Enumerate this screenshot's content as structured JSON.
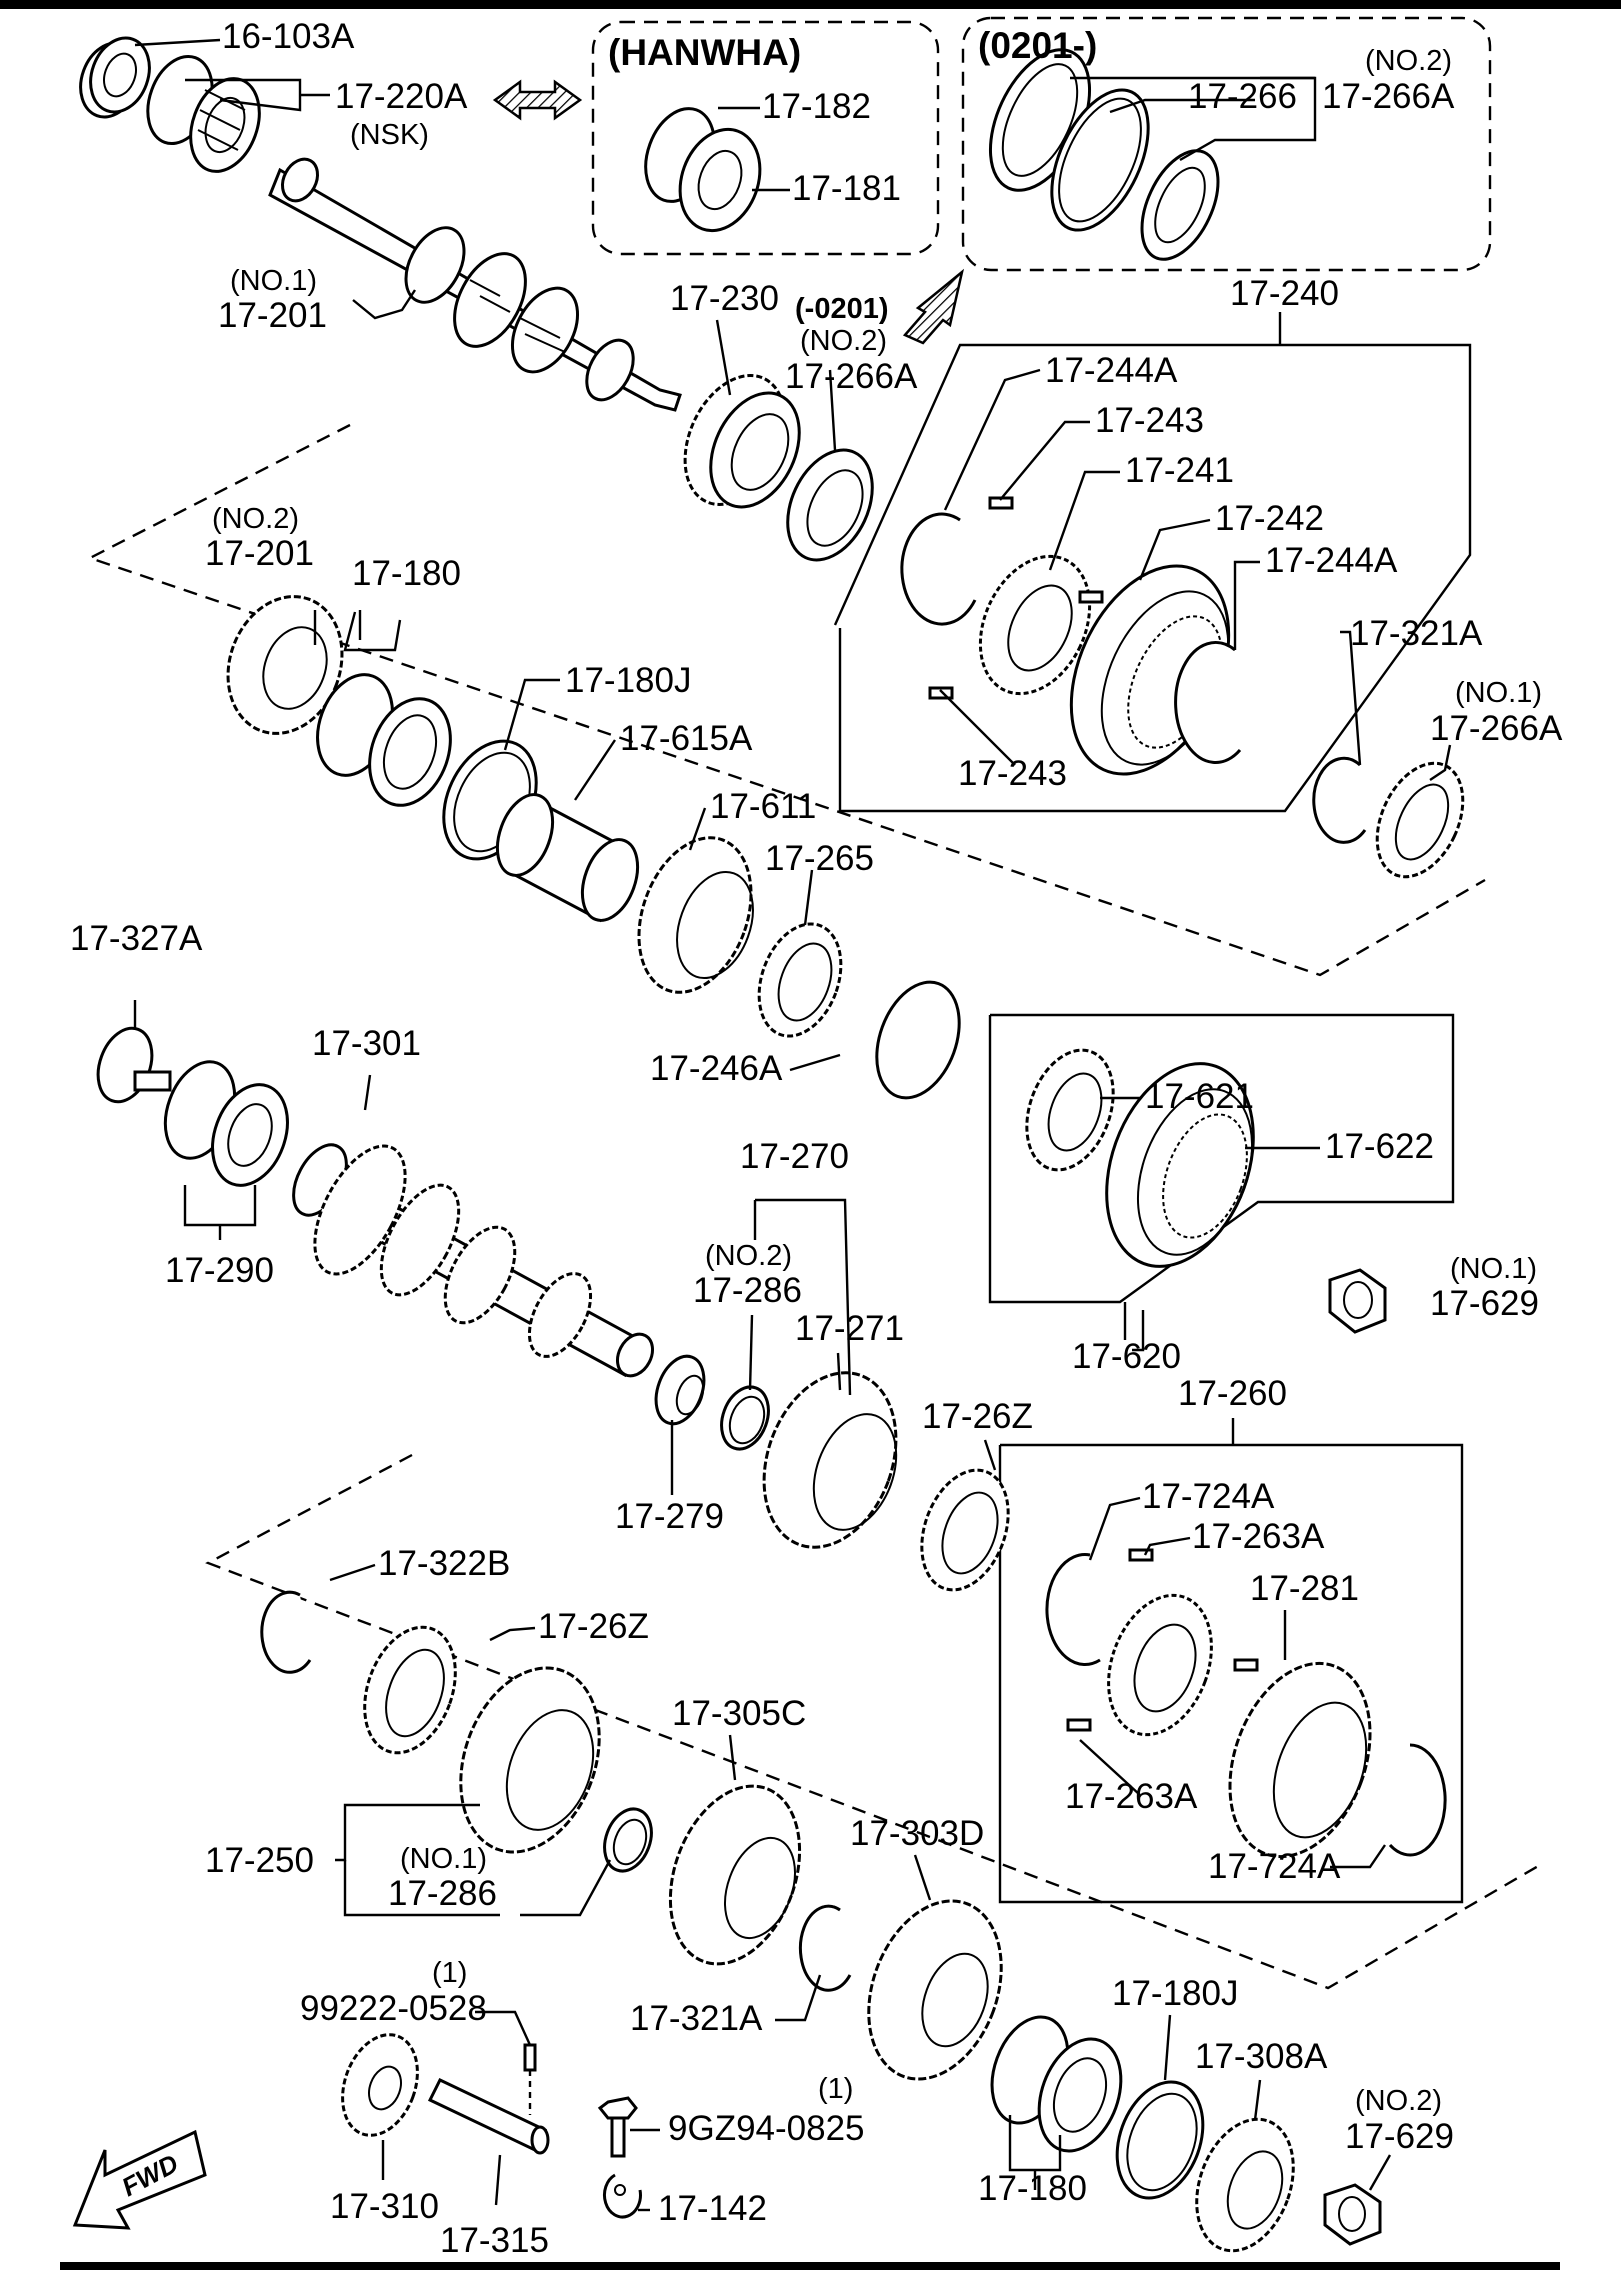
{
  "diagram": {
    "groups": {
      "hanwha": "(HANWHA)",
      "from_0201": "(0201-)",
      "till_0201": "(-0201)"
    },
    "labels": {
      "p16_103A": "16-103A",
      "p17_220A": "17-220A",
      "nsk": "(NSK)",
      "p17_182": "17-182",
      "p17_181": "17-181",
      "p17_266": "17-266",
      "no2_a": "(NO.2)",
      "p17_266A_top": "17-266A",
      "no1_a": "(NO.1)",
      "p17_201_top": "17-201",
      "p17_230": "17-230",
      "no2_b": "(NO.2)",
      "p17_266A_mid": "17-266A",
      "p17_240": "17-240",
      "p17_244A_top": "17-244A",
      "p17_243_top": "17-243",
      "p17_241": "17-241",
      "p17_242": "17-242",
      "p17_244A_right": "17-244A",
      "no2_c": "(NO.2)",
      "p17_201_mid": "17-201",
      "p17_180_top": "17-180",
      "p17_180J_top": "17-180J",
      "p17_615A": "17-615A",
      "p17_611": "17-611",
      "p17_243_bottom": "17-243",
      "p17_321A_top": "17-321A",
      "no1_b": "(NO.1)",
      "p17_266A_right": "17-266A",
      "p17_265": "17-265",
      "p17_327A": "17-327A",
      "p17_301": "17-301",
      "p17_246A": "17-246A",
      "p17_621": "17-621",
      "p17_622": "17-622",
      "p17_290": "17-290",
      "p17_270": "17-270",
      "no2_d": "(NO.2)",
      "p17_286_top": "17-286",
      "p17_271": "17-271",
      "no1_c": "(NO.1)",
      "p17_629_top": "17-629",
      "p17_620": "17-620",
      "p17_26Z_right": "17-26Z",
      "p17_279": "17-279",
      "p17_260": "17-260",
      "p17_724A_top": "17-724A",
      "p17_263A_top": "17-263A",
      "p17_322B": "17-322B",
      "p17_281": "17-281",
      "p17_26Z_left": "17-26Z",
      "p17_305C": "17-305C",
      "p17_263A_bottom": "17-263A",
      "p17_250": "17-250",
      "no1_d": "(NO.1)",
      "p17_286_bottom": "17-286",
      "p17_303D": "17-303D",
      "p17_724A_bottom": "17-724A",
      "p17_321A_bottom": "17-321A",
      "qty_1_a": "(1)",
      "p99222_0528": "99222-0528",
      "p17_180J_bottom": "17-180J",
      "p17_308A": "17-308A",
      "qty_1_b": "(1)",
      "p9GZ94_0825": "9GZ94-0825",
      "no2_e": "(NO.2)",
      "p17_629_bottom": "17-629",
      "p17_310": "17-310",
      "p17_180_bottom": "17-180",
      "p17_142": "17-142",
      "p17_315": "17-315"
    },
    "fwd_label": "FWD",
    "icons": [
      "double-arrow-icon",
      "hatched-arrow-icon",
      "fwd-arrow-icon"
    ]
  }
}
